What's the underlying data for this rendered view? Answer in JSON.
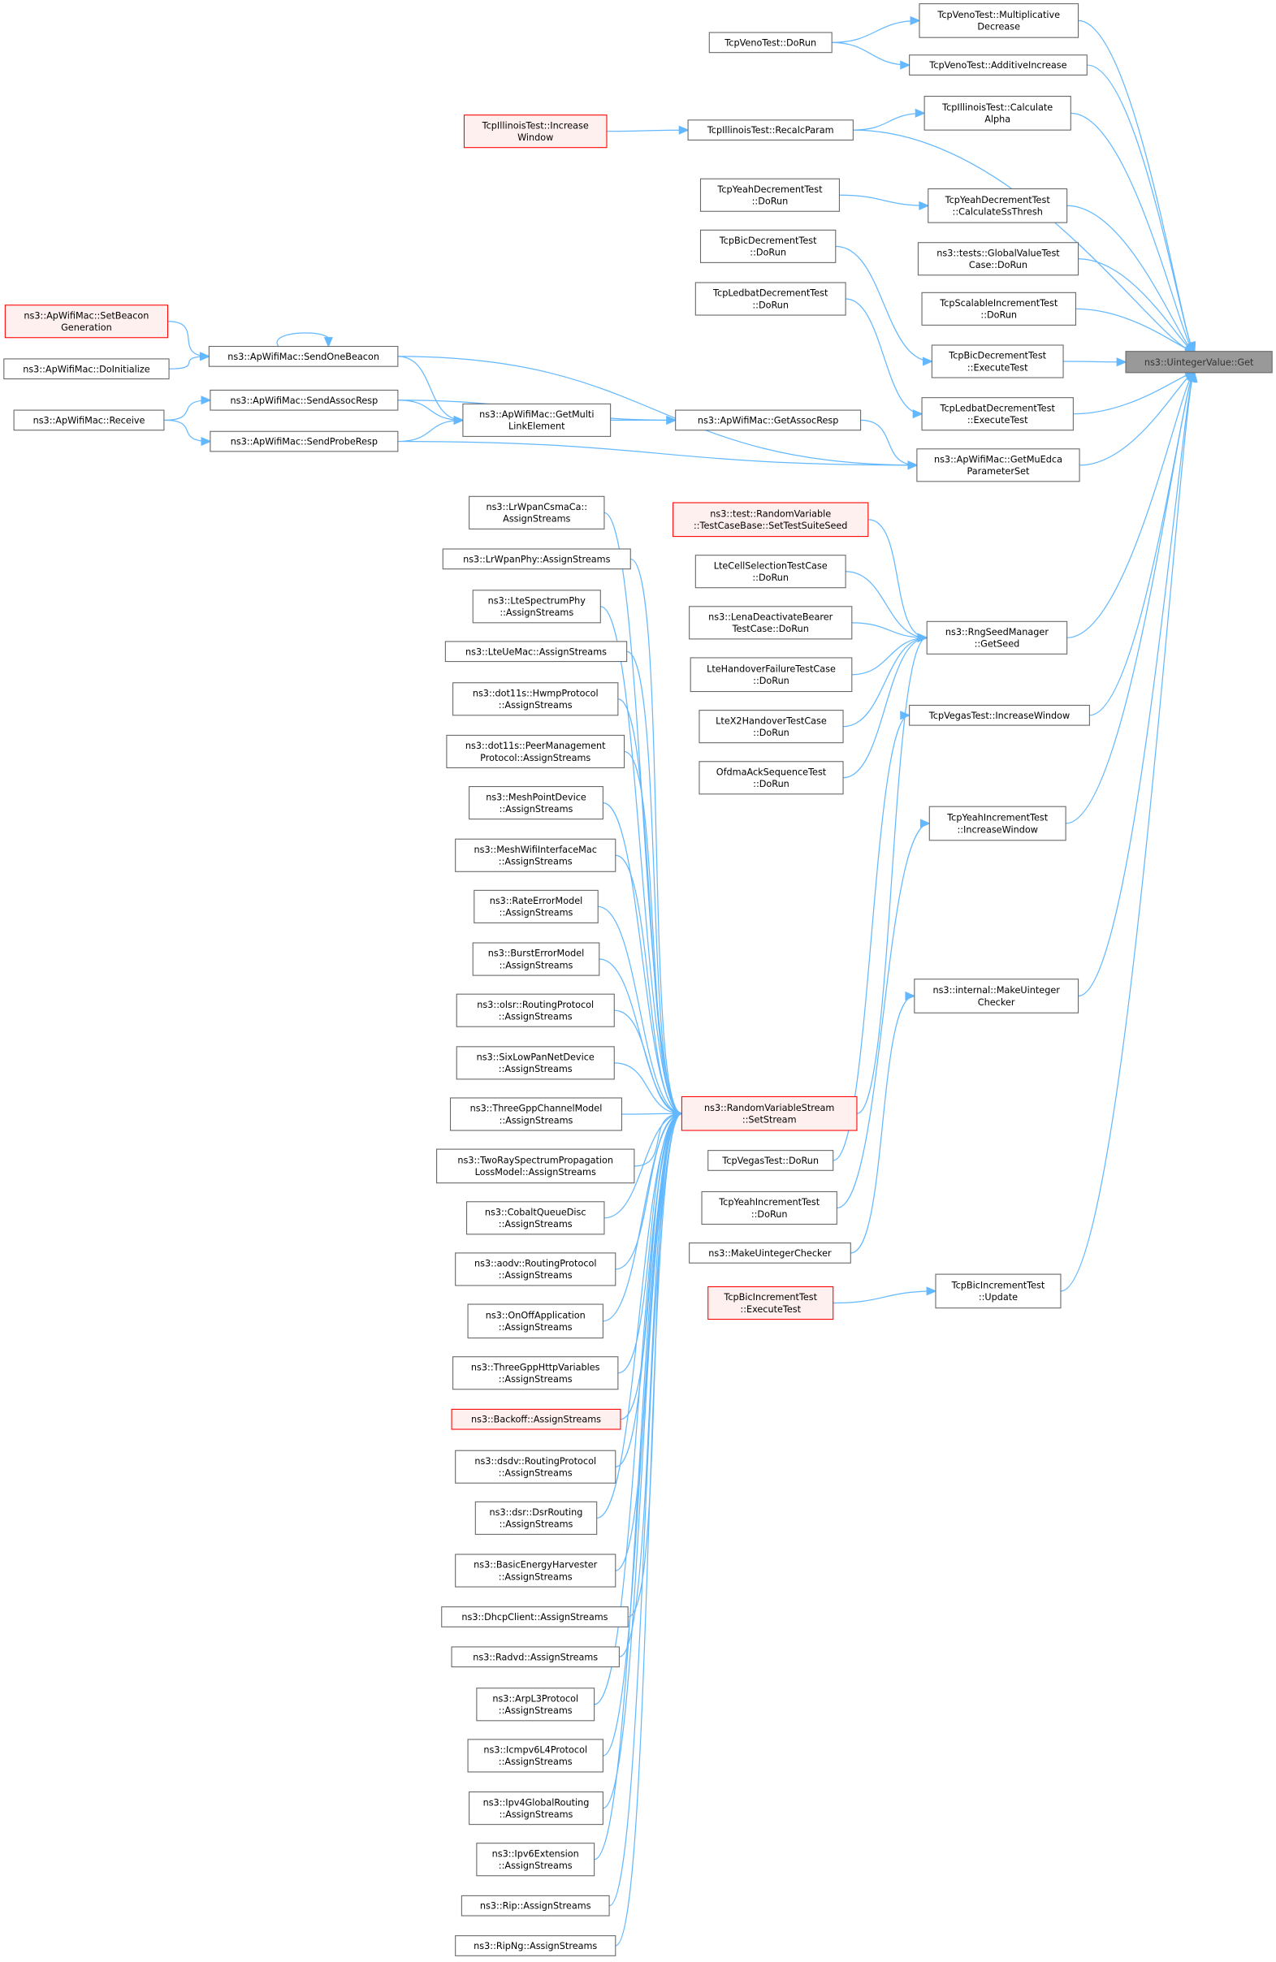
{
  "title": "ns3::UintegerValue::Get caller graph",
  "colors": {
    "edge": "#63b8ff",
    "border": "#666666",
    "highlight_border": "#ff0000",
    "highlight_fill": "#fff0f0",
    "target_fill": "#999999"
  },
  "nodes": {
    "get": {
      "lines": [
        "ns3::UintegerValue::Get"
      ],
      "style": "target"
    },
    "venoMult": {
      "lines": [
        "TcpVenoTest::Multiplicative",
        "Decrease"
      ]
    },
    "venoAdd": {
      "lines": [
        "TcpVenoTest::AdditiveIncrease"
      ]
    },
    "illAlpha": {
      "lines": [
        "TcpIllinoisTest::Calculate",
        "Alpha"
      ]
    },
    "yeahSs": {
      "lines": [
        "TcpYeahDecrementTest",
        "::CalculateSsThresh"
      ]
    },
    "globalVal": {
      "lines": [
        "ns3::tests::GlobalValueTest",
        "Case::DoRun"
      ]
    },
    "scalable": {
      "lines": [
        "TcpScalableIncrementTest",
        "::DoRun"
      ]
    },
    "bicDecExec": {
      "lines": [
        "TcpBicDecrementTest",
        "::ExecuteTest"
      ]
    },
    "ledbatExec": {
      "lines": [
        "TcpLedbatDecrementTest",
        "::ExecuteTest"
      ]
    },
    "muEdca": {
      "lines": [
        "ns3::ApWifiMac::GetMuEdca",
        "ParameterSet"
      ]
    },
    "getSeed": {
      "lines": [
        "ns3::RngSeedManager",
        "::GetSeed"
      ]
    },
    "vegasInc": {
      "lines": [
        "TcpVegasTest::IncreaseWindow"
      ]
    },
    "yeahInc": {
      "lines": [
        "TcpYeahIncrementTest",
        "::IncreaseWindow"
      ]
    },
    "intChecker": {
      "lines": [
        "ns3::internal::MakeUinteger",
        "Checker"
      ]
    },
    "bicUpdate": {
      "lines": [
        "TcpBicIncrementTest",
        "::Update"
      ]
    },
    "venoDoRun": {
      "lines": [
        "TcpVenoTest::DoRun"
      ]
    },
    "illRecalc": {
      "lines": [
        "TcpIllinoisTest::RecalcParam"
      ]
    },
    "illIncWin": {
      "lines": [
        "TcpIllinoisTest::Increase",
        "Window"
      ],
      "style": "red"
    },
    "yeahDecDoRun": {
      "lines": [
        "TcpYeahDecrementTest",
        "::DoRun"
      ]
    },
    "bicDecDoRun": {
      "lines": [
        "TcpBicDecrementTest",
        "::DoRun"
      ]
    },
    "ledbatDoRun": {
      "lines": [
        "TcpLedbatDecrementTest",
        "::DoRun"
      ]
    },
    "getAssocResp": {
      "lines": [
        "ns3::ApWifiMac::GetAssocResp"
      ]
    },
    "setBeaconGen": {
      "lines": [
        "ns3::ApWifiMac::SetBeacon",
        "Generation"
      ],
      "style": "red"
    },
    "doInit": {
      "lines": [
        "ns3::ApWifiMac::DoInitialize"
      ]
    },
    "sendOneBeacon": {
      "lines": [
        "ns3::ApWifiMac::SendOneBeacon"
      ]
    },
    "sendAssocResp": {
      "lines": [
        "ns3::ApWifiMac::SendAssocResp"
      ]
    },
    "receive": {
      "lines": [
        "ns3::ApWifiMac::Receive"
      ]
    },
    "sendProbeResp": {
      "lines": [
        "ns3::ApWifiMac::SendProbeResp"
      ]
    },
    "getMultiLink": {
      "lines": [
        "ns3::ApWifiMac::GetMulti",
        "LinkElement"
      ]
    },
    "suiteSeed": {
      "lines": [
        "ns3::test::RandomVariable",
        "::TestCaseBase::SetTestSuiteSeed"
      ],
      "style": "red"
    },
    "lteCell": {
      "lines": [
        "LteCellSelectionTestCase",
        "::DoRun"
      ]
    },
    "lenaDeact": {
      "lines": [
        "ns3::LenaDeactivateBearer",
        "TestCase::DoRun"
      ]
    },
    "lteHoFail": {
      "lines": [
        "LteHandoverFailureTestCase",
        "::DoRun"
      ]
    },
    "lteX2": {
      "lines": [
        "LteX2HandoverTestCase",
        "::DoRun"
      ]
    },
    "ofdma": {
      "lines": [
        "OfdmaAckSequenceTest",
        "::DoRun"
      ]
    },
    "setStream": {
      "lines": [
        "ns3::RandomVariableStream",
        "::SetStream"
      ],
      "style": "red"
    },
    "vegasDoRun": {
      "lines": [
        "TcpVegasTest::DoRun"
      ]
    },
    "yeahIncDoRun": {
      "lines": [
        "TcpYeahIncrementTest",
        "::DoRun"
      ]
    },
    "makeChecker": {
      "lines": [
        "ns3::MakeUintegerChecker"
      ]
    },
    "bicIncExec": {
      "lines": [
        "TcpBicIncrementTest",
        "::ExecuteTest"
      ],
      "style": "red"
    },
    "a1": {
      "lines": [
        "ns3::LrWpanCsmaCa::",
        "AssignStreams"
      ]
    },
    "a2": {
      "lines": [
        "ns3::LrWpanPhy::AssignStreams"
      ]
    },
    "a3": {
      "lines": [
        "ns3::LteSpectrumPhy",
        "::AssignStreams"
      ]
    },
    "a4": {
      "lines": [
        "ns3::LteUeMac::AssignStreams"
      ]
    },
    "a5": {
      "lines": [
        "ns3::dot11s::HwmpProtocol",
        "::AssignStreams"
      ]
    },
    "a6": {
      "lines": [
        "ns3::dot11s::PeerManagement",
        "Protocol::AssignStreams"
      ]
    },
    "a7": {
      "lines": [
        "ns3::MeshPointDevice",
        "::AssignStreams"
      ]
    },
    "a8": {
      "lines": [
        "ns3::MeshWifiInterfaceMac",
        "::AssignStreams"
      ]
    },
    "a9": {
      "lines": [
        "ns3::RateErrorModel",
        "::AssignStreams"
      ]
    },
    "a10": {
      "lines": [
        "ns3::BurstErrorModel",
        "::AssignStreams"
      ]
    },
    "a11": {
      "lines": [
        "ns3::olsr::RoutingProtocol",
        "::AssignStreams"
      ]
    },
    "a12": {
      "lines": [
        "ns3::SixLowPanNetDevice",
        "::AssignStreams"
      ]
    },
    "a13": {
      "lines": [
        "ns3::ThreeGppChannelModel",
        "::AssignStreams"
      ]
    },
    "a14": {
      "lines": [
        "ns3::TwoRaySpectrumPropagation",
        "LossModel::AssignStreams"
      ]
    },
    "a15": {
      "lines": [
        "ns3::CobaltQueueDisc",
        "::AssignStreams"
      ]
    },
    "a16": {
      "lines": [
        "ns3::aodv::RoutingProtocol",
        "::AssignStreams"
      ]
    },
    "a17": {
      "lines": [
        "ns3::OnOffApplication",
        "::AssignStreams"
      ]
    },
    "a18": {
      "lines": [
        "ns3::ThreeGppHttpVariables",
        "::AssignStreams"
      ]
    },
    "a19": {
      "lines": [
        "ns3::Backoff::AssignStreams"
      ],
      "style": "red"
    },
    "a20": {
      "lines": [
        "ns3::dsdv::RoutingProtocol",
        "::AssignStreams"
      ]
    },
    "a21": {
      "lines": [
        "ns3::dsr::DsrRouting",
        "::AssignStreams"
      ]
    },
    "a22": {
      "lines": [
        "ns3::BasicEnergyHarvester",
        "::AssignStreams"
      ]
    },
    "a23": {
      "lines": [
        "ns3::DhcpClient::AssignStreams"
      ]
    },
    "a24": {
      "lines": [
        "ns3::Radvd::AssignStreams"
      ]
    },
    "a25": {
      "lines": [
        "ns3::ArpL3Protocol",
        "::AssignStreams"
      ]
    },
    "a26": {
      "lines": [
        "ns3::Icmpv6L4Protocol",
        "::AssignStreams"
      ]
    },
    "a27": {
      "lines": [
        "ns3::Ipv4GlobalRouting",
        "::AssignStreams"
      ]
    },
    "a28": {
      "lines": [
        "ns3::Ipv6Extension",
        "::AssignStreams"
      ]
    },
    "a29": {
      "lines": [
        "ns3::Rip::AssignStreams"
      ]
    },
    "a30": {
      "lines": [
        "ns3::RipNg::AssignStreams"
      ]
    }
  },
  "edges": [
    [
      "venoMult",
      "get"
    ],
    [
      "venoAdd",
      "get"
    ],
    [
      "illAlpha",
      "get"
    ],
    [
      "illRecalc",
      "get"
    ],
    [
      "yeahSs",
      "get"
    ],
    [
      "globalVal",
      "get"
    ],
    [
      "scalable",
      "get"
    ],
    [
      "bicDecExec",
      "get"
    ],
    [
      "ledbatExec",
      "get"
    ],
    [
      "muEdca",
      "get"
    ],
    [
      "getSeed",
      "get"
    ],
    [
      "vegasInc",
      "get"
    ],
    [
      "yeahInc",
      "get"
    ],
    [
      "intChecker",
      "get"
    ],
    [
      "bicUpdate",
      "get"
    ],
    [
      "venoDoRun",
      "venoMult"
    ],
    [
      "venoDoRun",
      "venoAdd"
    ],
    [
      "illIncWin",
      "illRecalc"
    ],
    [
      "illRecalc",
      "illAlpha"
    ],
    [
      "yeahDecDoRun",
      "yeahSs"
    ],
    [
      "bicDecDoRun",
      "bicDecExec"
    ],
    [
      "ledbatDoRun",
      "ledbatExec"
    ],
    [
      "setBeaconGen",
      "sendOneBeacon"
    ],
    [
      "doInit",
      "sendOneBeacon"
    ],
    [
      "sendOneBeacon",
      "sendOneBeacon"
    ],
    [
      "sendOneBeacon",
      "getMultiLink"
    ],
    [
      "sendOneBeacon",
      "muEdca"
    ],
    [
      "receive",
      "sendAssocResp"
    ],
    [
      "receive",
      "sendProbeResp"
    ],
    [
      "sendAssocResp",
      "getMultiLink"
    ],
    [
      "sendAssocResp",
      "getAssocResp"
    ],
    [
      "sendProbeResp",
      "getMultiLink"
    ],
    [
      "sendProbeResp",
      "muEdca"
    ],
    [
      "getMultiLink",
      "getAssocResp"
    ],
    [
      "getAssocResp",
      "muEdca"
    ],
    [
      "suiteSeed",
      "getSeed"
    ],
    [
      "lteCell",
      "getSeed"
    ],
    [
      "lenaDeact",
      "getSeed"
    ],
    [
      "lteHoFail",
      "getSeed"
    ],
    [
      "lteX2",
      "getSeed"
    ],
    [
      "ofdma",
      "getSeed"
    ],
    [
      "setStream",
      "getSeed"
    ],
    [
      "vegasDoRun",
      "vegasInc"
    ],
    [
      "yeahIncDoRun",
      "yeahInc"
    ],
    [
      "makeChecker",
      "intChecker"
    ],
    [
      "bicIncExec",
      "bicUpdate"
    ],
    [
      "a1",
      "setStream"
    ],
    [
      "a2",
      "setStream"
    ],
    [
      "a3",
      "setStream"
    ],
    [
      "a4",
      "setStream"
    ],
    [
      "a5",
      "setStream"
    ],
    [
      "a6",
      "setStream"
    ],
    [
      "a7",
      "setStream"
    ],
    [
      "a8",
      "setStream"
    ],
    [
      "a9",
      "setStream"
    ],
    [
      "a10",
      "setStream"
    ],
    [
      "a11",
      "setStream"
    ],
    [
      "a12",
      "setStream"
    ],
    [
      "a13",
      "setStream"
    ],
    [
      "a14",
      "setStream"
    ],
    [
      "a15",
      "setStream"
    ],
    [
      "a16",
      "setStream"
    ],
    [
      "a17",
      "setStream"
    ],
    [
      "a18",
      "setStream"
    ],
    [
      "a19",
      "setStream"
    ],
    [
      "a20",
      "setStream"
    ],
    [
      "a21",
      "setStream"
    ],
    [
      "a22",
      "setStream"
    ],
    [
      "a23",
      "setStream"
    ],
    [
      "a24",
      "setStream"
    ],
    [
      "a25",
      "setStream"
    ],
    [
      "a26",
      "setStream"
    ],
    [
      "a27",
      "setStream"
    ],
    [
      "a28",
      "setStream"
    ],
    [
      "a29",
      "setStream"
    ],
    [
      "a30",
      "setStream"
    ]
  ]
}
